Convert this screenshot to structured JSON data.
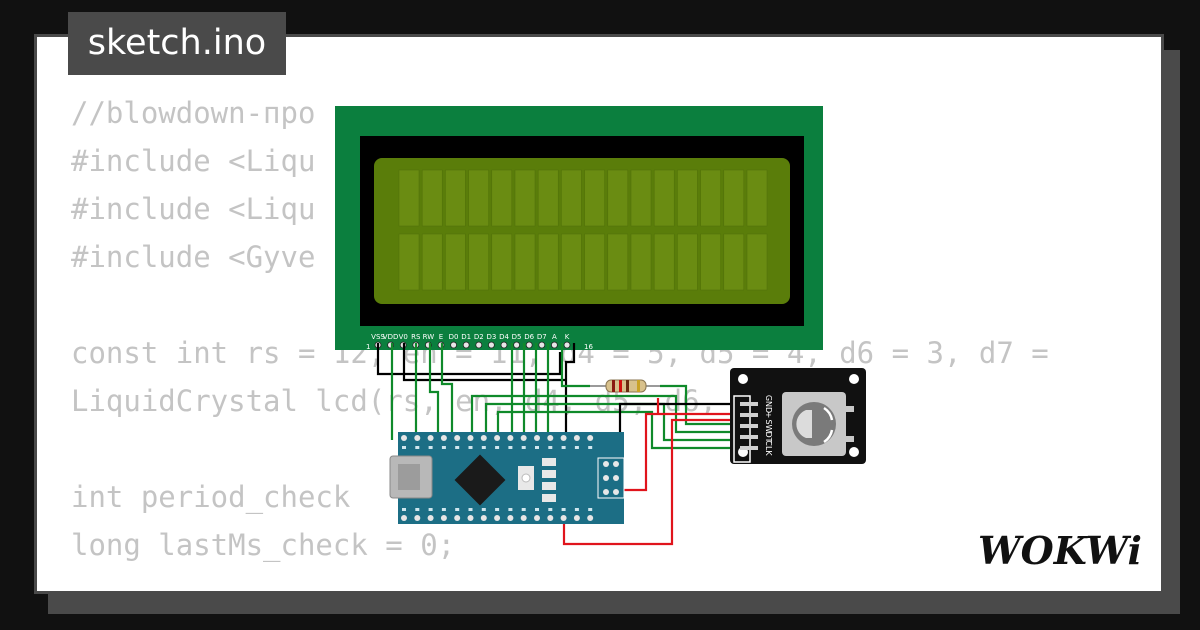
{
  "tab": {
    "filename": "sketch.ino"
  },
  "code_lines": [
    "//blowdown-про",
    "#include <Liqu",
    "#include <Liqu",
    "#include <Gyve",
    "",
    "const int rs = 12, en = 11, d4 = 5, d5 = 4, d6 = 3, d7 =",
    "LiquidCrystal lcd(rs, en, d4, d5, d6, d7);",
    "",
    "int period_check",
    "long lastMs_check = 0;"
  ],
  "lcd": {
    "pin_labels": [
      "VSS",
      "VDD",
      "V0",
      "RS",
      "RW",
      "E",
      "D0",
      "D1",
      "D2",
      "D3",
      "D4",
      "D5",
      "D6",
      "D7",
      "A",
      "K"
    ],
    "pin_first": "1",
    "pin_last": "16"
  },
  "encoder": {
    "pin_labels": [
      "GND",
      "+",
      "SW",
      "DT",
      "CLK"
    ]
  },
  "logo": {
    "text": "WOKWi"
  },
  "colors": {
    "pcb_green": "#0b7f3e",
    "lcd_screen": "#5a7d0a",
    "nano_board": "#1c6e85",
    "wire_green": "#0f8a2a",
    "wire_red": "#e0141c",
    "wire_black": "#000000"
  }
}
